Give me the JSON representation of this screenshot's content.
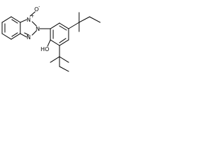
{
  "molecule": {
    "atom_labels": {
      "triazole_n1": "N",
      "triazole_n2": "N",
      "triazole_n3": "N",
      "n_oxide_charge": "+",
      "oxide_oxygen": "O",
      "oxide_charge": "-",
      "hydroxyl": "HO"
    }
  }
}
